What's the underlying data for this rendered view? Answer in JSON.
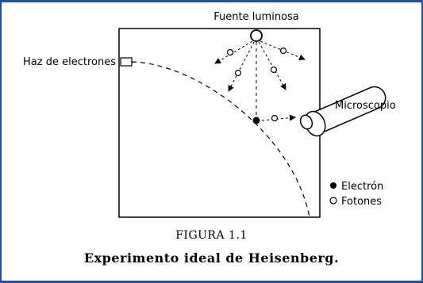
{
  "labels": {
    "light_source": "Fuente luminosa",
    "electron_beam": "Haz de electrones",
    "microscope": "Microscopio",
    "legend_electron": "Electrón",
    "legend_photons": "Fotones"
  },
  "caption": {
    "figure": "FIGURA 1.1",
    "title": "Experimento ideal de Heisenberg."
  },
  "colors": {
    "frame": "#1f4fa0"
  }
}
